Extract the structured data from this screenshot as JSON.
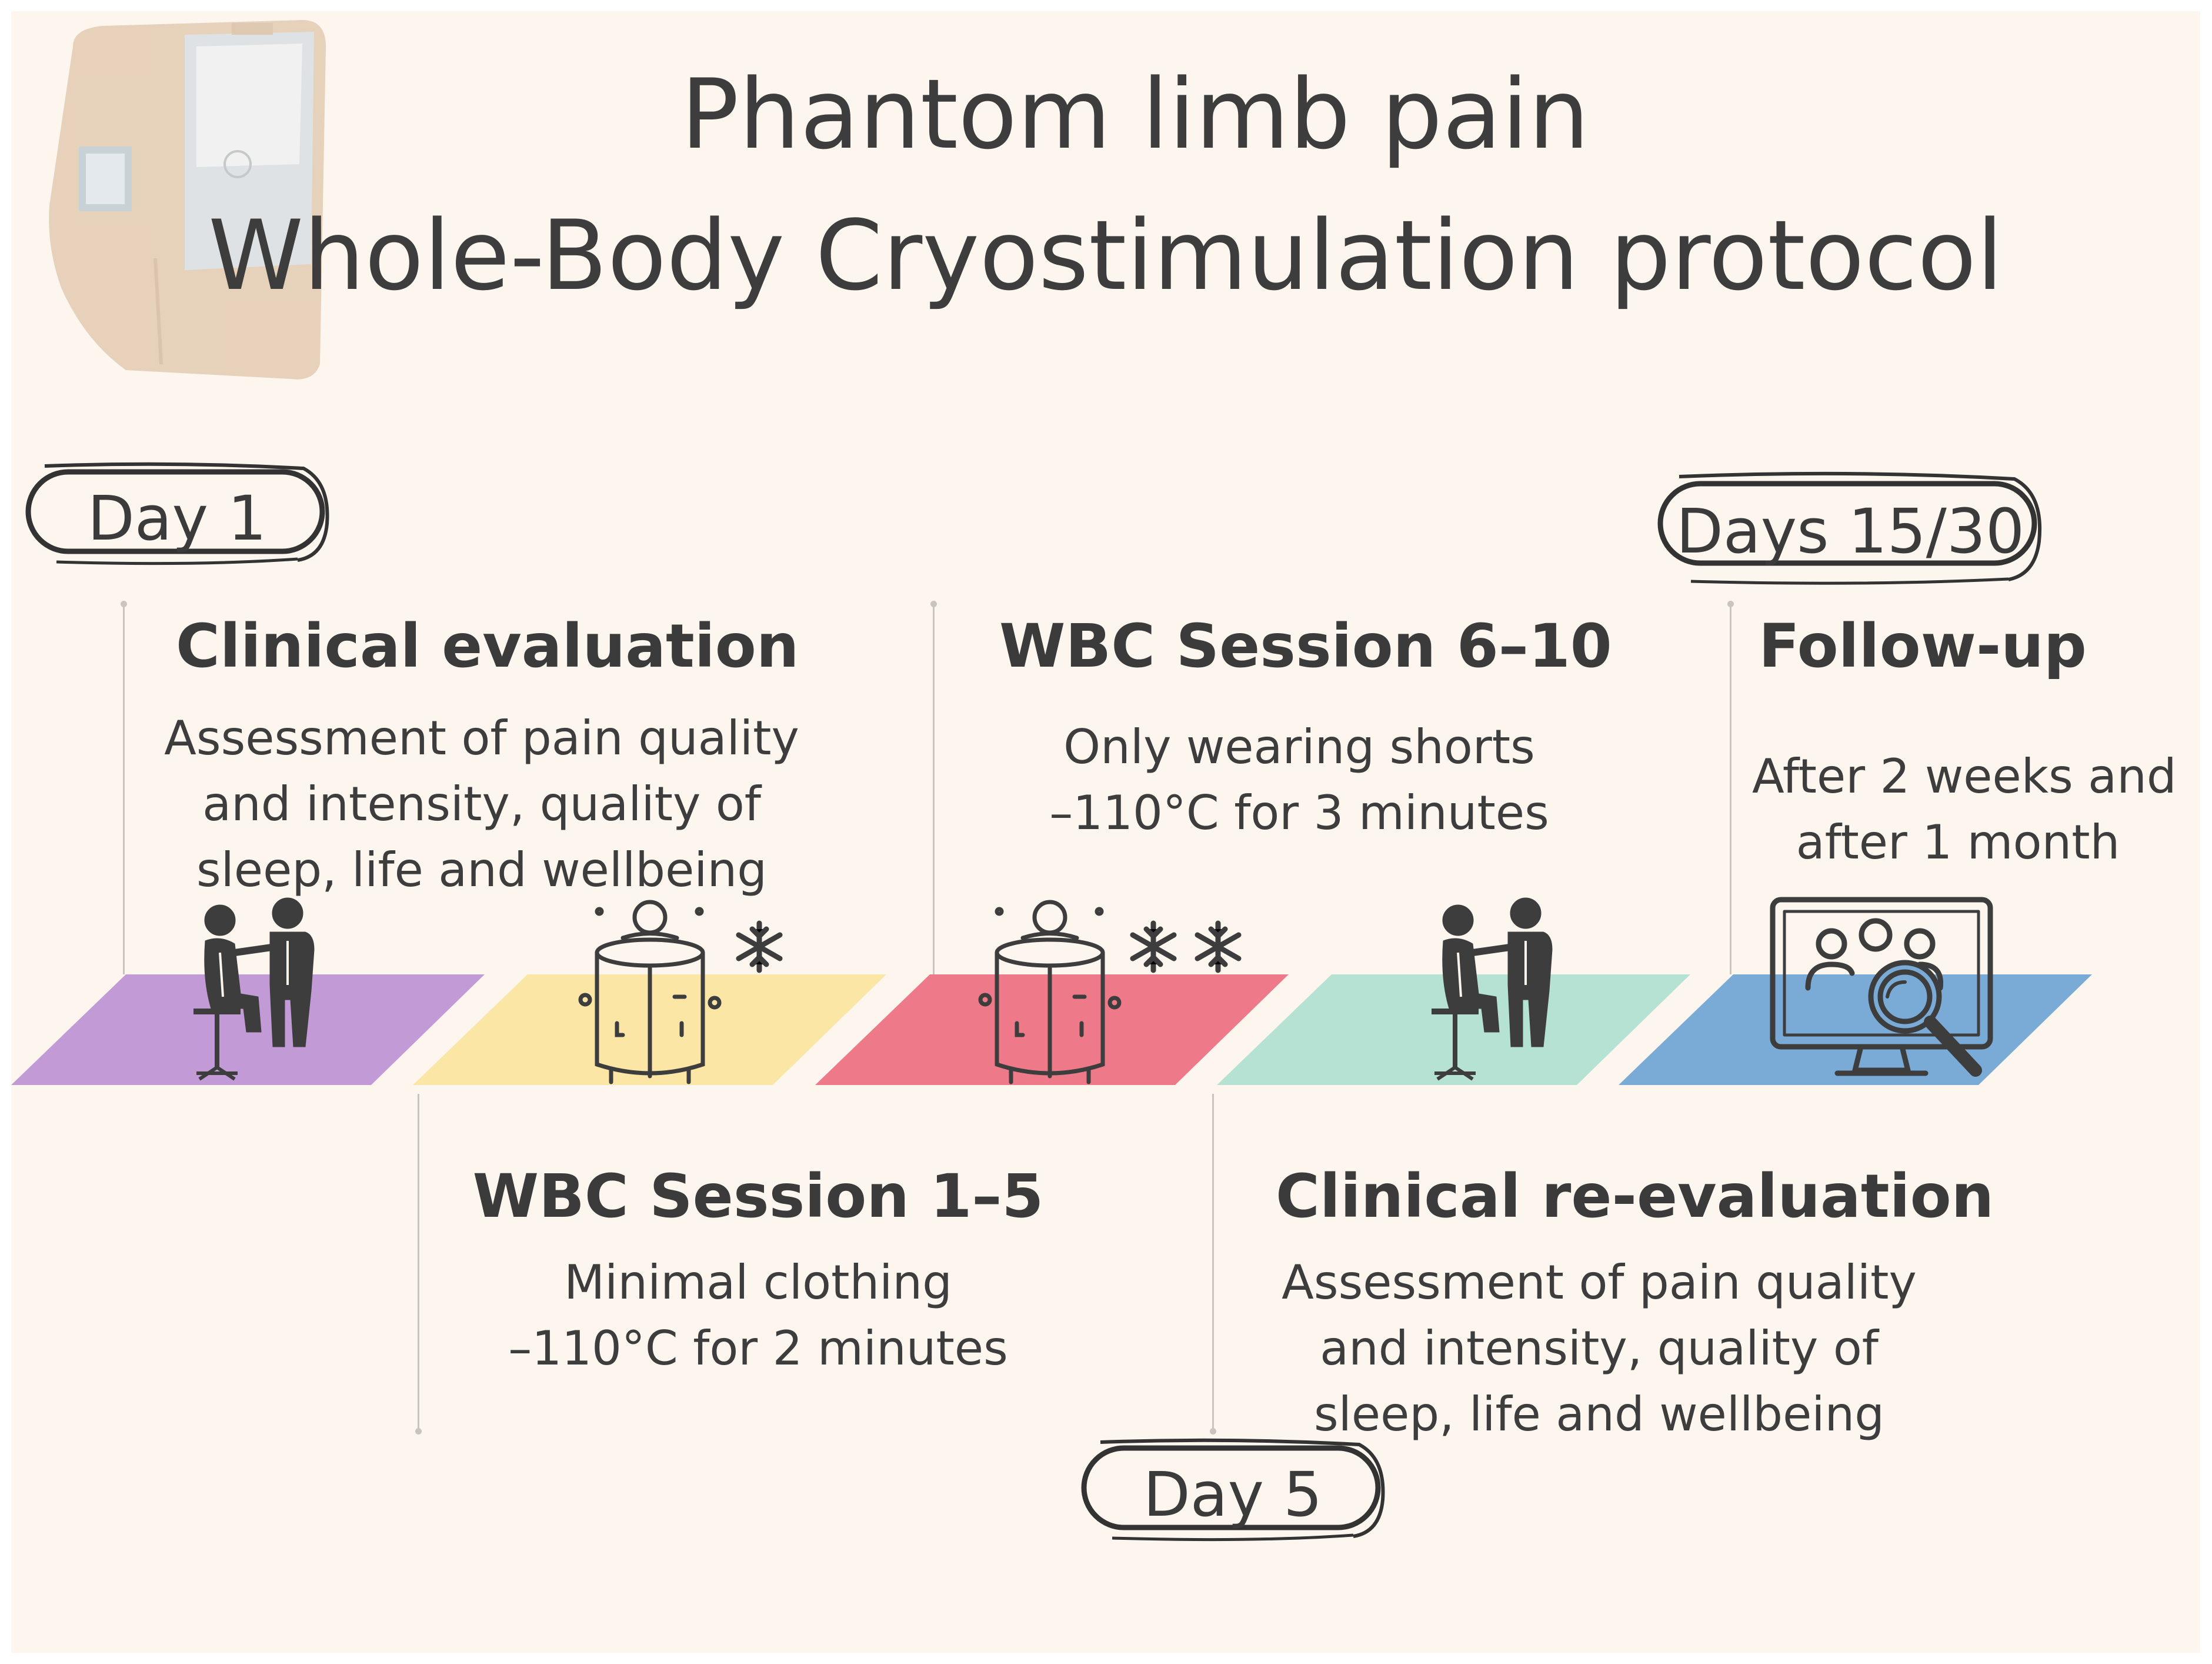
{
  "title": {
    "line1": "Phantom limb pain",
    "line2": "Whole-Body Cryostimulation protocol"
  },
  "day_labels": {
    "day1": "Day 1",
    "day5": "Day 5",
    "days15_30": "Days 15/30"
  },
  "steps": [
    {
      "heading": "Clinical evaluation",
      "lines": [
        "Assessment of pain quality",
        "and intensity, quality of",
        "sleep, life and wellbeing"
      ],
      "color": "#c29ad6",
      "icon": "consultation-icon"
    },
    {
      "heading": "WBC Session 1–5",
      "lines": [
        "Minimal clothing",
        "–110°C for 2 minutes"
      ],
      "color": "#fbe6a6",
      "icon": "cryo-chamber-icon"
    },
    {
      "heading": "WBC Session 6–10",
      "lines": [
        "Only wearing shorts",
        "–110°C for 3 minutes"
      ],
      "color": "#ee7a89",
      "icon": "cryo-chamber-icon"
    },
    {
      "heading": "Clinical re-evaluation",
      "lines": [
        "Assessment of pain quality",
        "and intensity, quality of",
        "sleep, life and wellbeing"
      ],
      "color": "#b6e2d3",
      "icon": "consultation-icon"
    },
    {
      "heading": "Follow-up",
      "lines": [
        "After 2 weeks and",
        "after 1 month"
      ],
      "color": "#7aaad6",
      "icon": "video-call-icon"
    }
  ]
}
